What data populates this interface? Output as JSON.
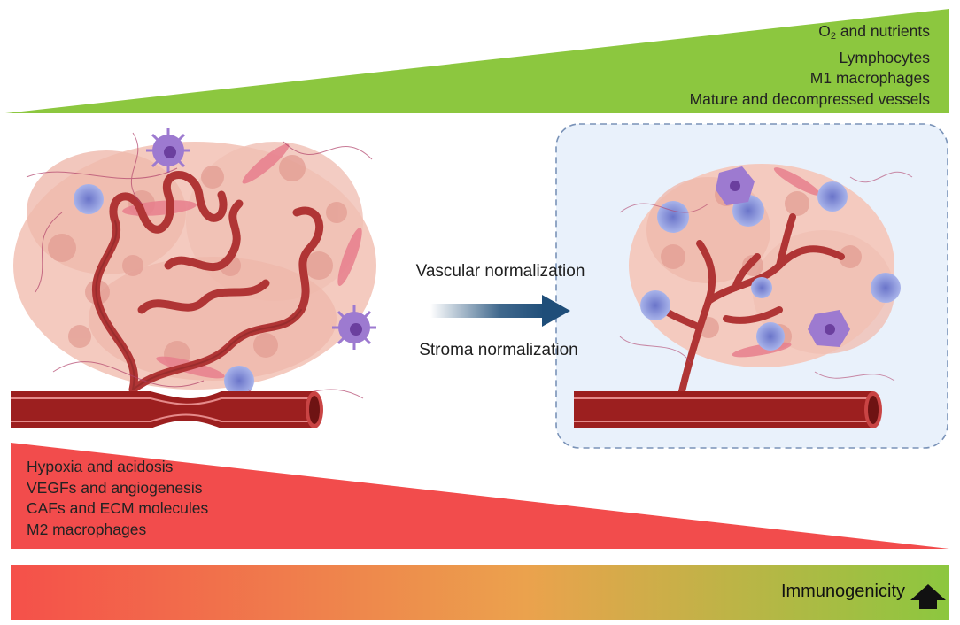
{
  "top_gradient": {
    "color": "#8cc73f",
    "items": [
      {
        "text": "O",
        "sub": "2",
        "rest": " and nutrients"
      },
      {
        "text": "Lymphocytes"
      },
      {
        "text": "M1 macrophages"
      },
      {
        "text": "Mature and decompressed vessels"
      }
    ]
  },
  "bottom_gradient": {
    "color": "#f24c4c",
    "items": [
      "Hypoxia and acidosis",
      "VEGFs and angiogenesis",
      "CAFs and ECM molecules",
      "M2 macrophages"
    ]
  },
  "process": {
    "top_label": "Vascular normalization",
    "bottom_label": "Stroma normalization",
    "arrow_color": "#1f4e79"
  },
  "bar": {
    "label": "Immunogenicity",
    "from_color": "#f5504a",
    "to_color": "#8cc73f",
    "icon": "arrow-up-icon"
  },
  "panels": {
    "left_icon": "abnormal-tumor-vasculature-icon",
    "right_icon": "normalized-tumor-vasculature-icon"
  }
}
